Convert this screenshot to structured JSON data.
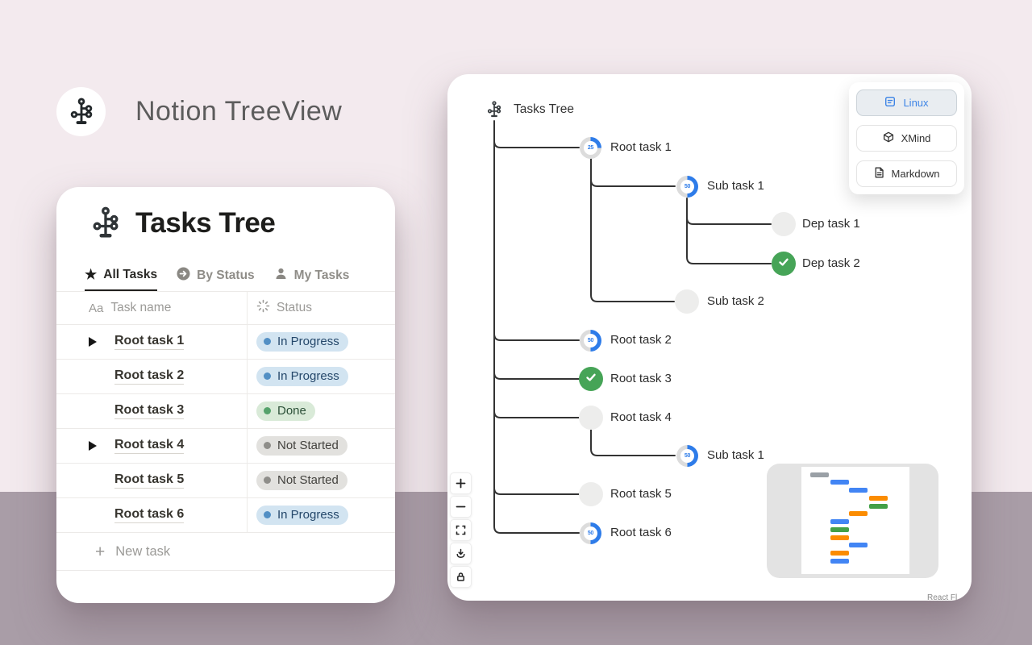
{
  "brand": {
    "name": "Notion TreeView"
  },
  "icons": {
    "star": "★"
  },
  "notion_card": {
    "title": "Tasks Tree",
    "tabs": [
      {
        "label": "All Tasks",
        "selected": true
      },
      {
        "label": "By Status",
        "selected": false
      },
      {
        "label": "My Tasks",
        "selected": false
      }
    ],
    "table": {
      "name_column_icon": "Aa",
      "name_column": "Task name",
      "status_column": "Status",
      "rows": [
        {
          "name": "Root task 1",
          "status": "In Progress",
          "expandable": true
        },
        {
          "name": "Root task 2",
          "status": "In Progress",
          "expandable": false
        },
        {
          "name": "Root task 3",
          "status": "Done",
          "expandable": false
        },
        {
          "name": "Root task 4",
          "status": "Not Started",
          "expandable": true
        },
        {
          "name": "Root task 5",
          "status": "Not Started",
          "expandable": false
        },
        {
          "name": "Root task 6",
          "status": "In Progress",
          "expandable": false
        }
      ],
      "new_task_plus": "+",
      "new_task": "New task"
    }
  },
  "flow_card": {
    "title": "Tasks Tree",
    "export_buttons": [
      {
        "label": "Linux",
        "selected": true
      },
      {
        "label": "XMind",
        "selected": false
      },
      {
        "label": "Markdown",
        "selected": false
      }
    ],
    "nodes": [
      {
        "label": "Root task 1",
        "progress": "25"
      },
      {
        "label": "Sub task 1",
        "progress": "50"
      },
      {
        "label": "Dep task 1"
      },
      {
        "label": "Dep task 2"
      },
      {
        "label": "Sub task 2"
      },
      {
        "label": "Root task 2",
        "progress": "50"
      },
      {
        "label": "Root task 3"
      },
      {
        "label": "Root task 4"
      },
      {
        "label": "Sub task 1",
        "progress": "50"
      },
      {
        "label": "Root task 5"
      },
      {
        "label": "Root task 6",
        "progress": "50"
      }
    ],
    "attribution": "React Fl"
  },
  "colors": {
    "accent_blue": "#2e7ce9",
    "done_green": "#46a457",
    "status_inprogress_bg": "#d2e4f1",
    "status_done_bg": "#d9ead8",
    "status_notstarted_bg": "#e2e1de",
    "background_top": "#f3eaee",
    "background_bottom": "#a99da7",
    "minimap_blue": "#4285f4",
    "minimap_orange": "#fb8c00",
    "minimap_green": "#43a047",
    "minimap_gray": "#9aa0a6"
  }
}
